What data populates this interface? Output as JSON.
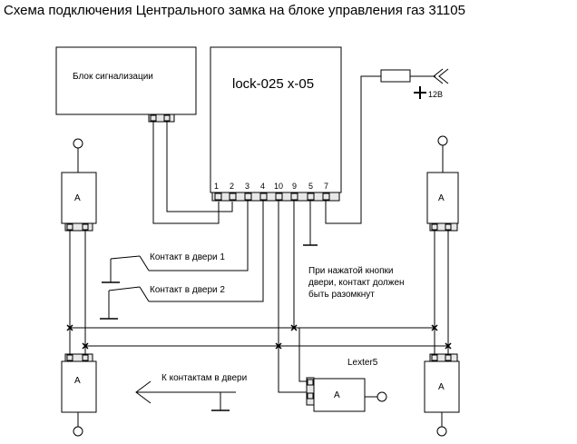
{
  "title": "Схема подключения Центрального замка на блоке управления газ 31105",
  "alarm_block": {
    "label": "Блок сигнализации"
  },
  "controller": {
    "label": "lock-025 x-05",
    "pins": [
      "1",
      "2",
      "3",
      "4",
      "10",
      "9",
      "5",
      "7"
    ]
  },
  "power": {
    "sign": "+",
    "label": "12В"
  },
  "actuator_label": "A",
  "contact_door_1": "Контакт в двери 1",
  "contact_door_2": "Контакт в двери 2",
  "note": [
    "При нажатой кнопки",
    "двери, контакт должен",
    "быть разомкнут"
  ],
  "lexter_label": "Lexter5",
  "to_door_contacts": "К контактам в двери"
}
